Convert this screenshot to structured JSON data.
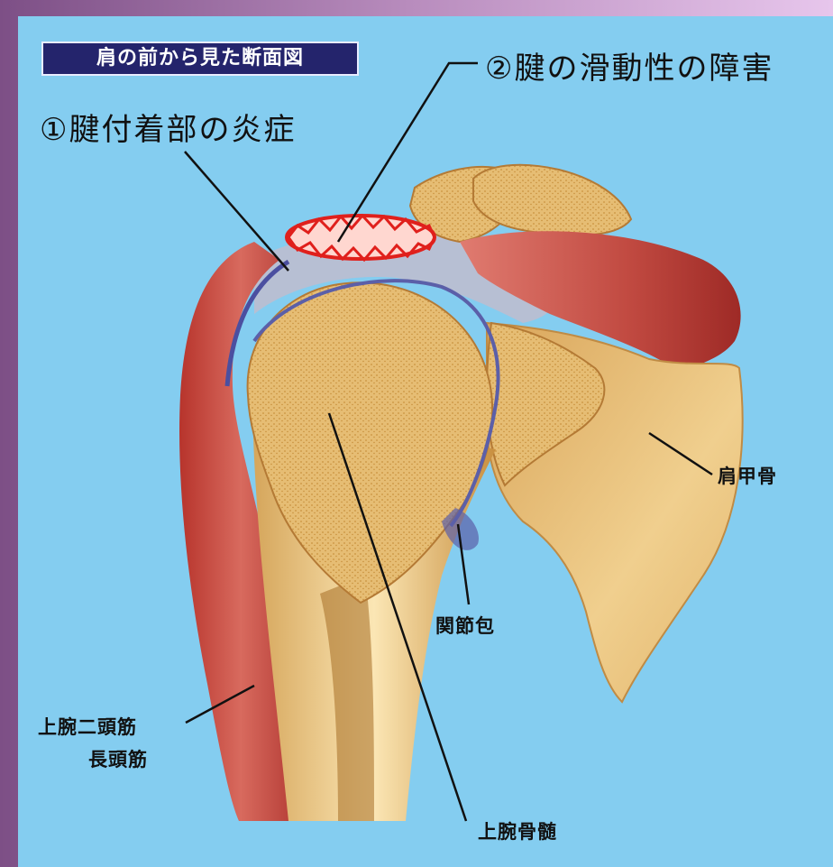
{
  "title": "肩の前から見た断面図",
  "labels": {
    "tendon_inflammation": "①腱付着部の炎症",
    "tendon_gliding_disorder": "②腱の滑動性の障害",
    "scapula": "肩甲骨",
    "joint_capsule": "関節包",
    "biceps_line1": "上腕二頭筋",
    "biceps_line2": "長頭筋",
    "humerus_marrow": "上腕骨髄"
  },
  "colors": {
    "background": "#84cdf0",
    "muscle": "#c4463e",
    "bone": "#e2b871",
    "inflammation": "#e0201c",
    "capsule": "#5b5fa8",
    "title_bg": "#24246c"
  }
}
